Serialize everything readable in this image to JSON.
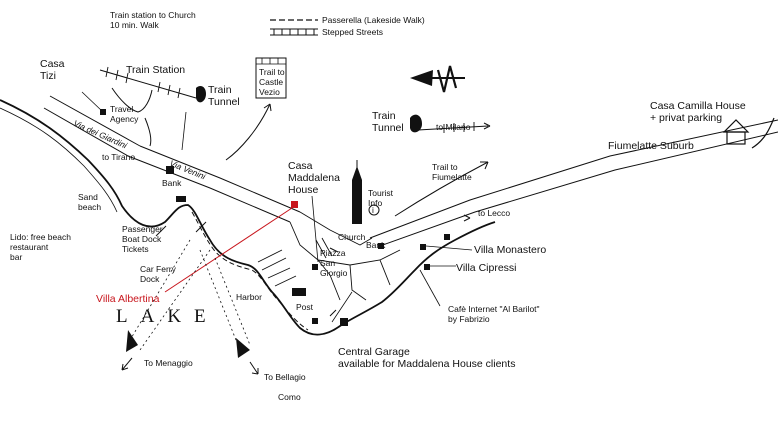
{
  "legend": {
    "walk_note": "Train station to Church\n10 min. Walk",
    "passerella": "Passerella (Lakeside Walk)",
    "stepped": "Stepped Streets"
  },
  "labels": {
    "casa_tizi": "Casa\nTizi",
    "train_station": "Train Station",
    "train_tunnel_1": "Train\nTunnel",
    "trail_castle": "Trail to\nCastle\nVezio",
    "travel_agency": "Travel\nAgency",
    "via_dei_giardini": "Via dei Giardini",
    "to_tirano": "to Tirano",
    "via_venini": "Via Venini",
    "bank_1": "Bank",
    "sand_beach": "Sand\nbeach",
    "lido": "Lido: free beach\nrestaurant\nbar",
    "passenger_dock": "Passenger\nBoat Dock\nTickets",
    "car_ferry": "Car Ferry\nDock",
    "villa_albertina": "Villa Albertina",
    "lake": "LAKE",
    "to_menaggio": "To Menaggio",
    "to_bellagio": "To Bellagio",
    "como": "Como",
    "harbor": "Harbor",
    "post": "Post",
    "casa_maddalena": "Casa\nMaddalena\nHouse",
    "piazza": "Piazza\nSan\nGiorgio",
    "church": "Church",
    "bank_2": "Bank",
    "tourist_info": "Tourist\nInfo",
    "train_tunnel_2": "Train\nTunnel",
    "to_milano": "to Milano",
    "trail_fiumelatte": "Trail to\nFiumelatte",
    "to_lecco": "to Lecco",
    "villa_monastero": "Villa Monastero",
    "villa_cipressi": "Villa Cipressi",
    "cafe": "Cafè Internet \"Al Barilot\"\nby Fabrizio",
    "central_garage": "Central Garage\navailable for Maddalena House clients",
    "casa_camilla": "Casa Camilla House\n+ privat parking",
    "fiumelatte": "Fiumelatte Suburb",
    "info_i": "i",
    "north": "N"
  },
  "colors": {
    "ink": "#111111",
    "accent": "#c8161d"
  }
}
